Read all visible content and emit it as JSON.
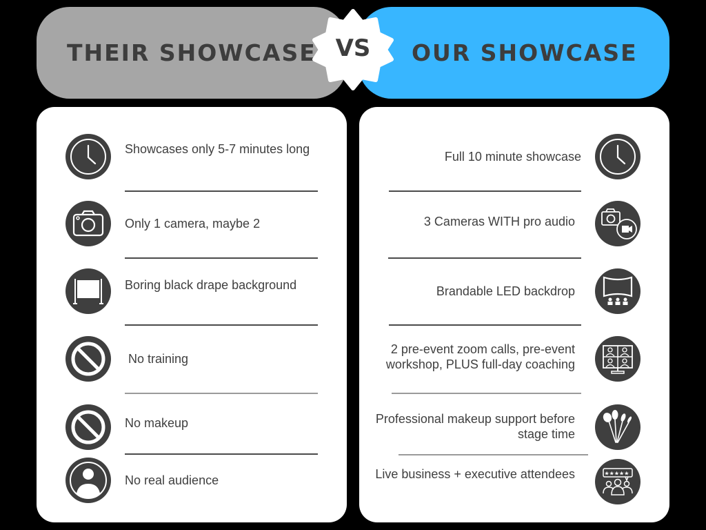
{
  "header": {
    "left_title": "THEIR SHOWCASE",
    "right_title": "OUR SHOWCASE",
    "vs_label": "VS"
  },
  "colors": {
    "background": "#000000",
    "left_header": "#a6a6a6",
    "right_header": "#38b6ff",
    "card": "#ffffff",
    "icon_circle": "#3f3f3f",
    "text": "#3f3f3f"
  },
  "their": {
    "items": [
      {
        "icon": "clock-icon",
        "text": "Showcases only 5-7 minutes long"
      },
      {
        "icon": "camera-icon",
        "text": "Only 1 camera, maybe 2"
      },
      {
        "icon": "drape-backdrop-icon",
        "text": "Boring black drape background"
      },
      {
        "icon": "no-entry-icon",
        "text": "No training"
      },
      {
        "icon": "no-entry-icon",
        "text": "No makeup"
      },
      {
        "icon": "person-icon",
        "text": "No real audience"
      }
    ]
  },
  "our": {
    "items": [
      {
        "icon": "clock-icon",
        "text": "Full 10 minute showcase"
      },
      {
        "icon": "camera-video-icon",
        "text": "3 Cameras WITH pro audio"
      },
      {
        "icon": "led-screen-audience-icon",
        "text": "Brandable LED backdrop"
      },
      {
        "icon": "video-call-grid-icon",
        "text": "2 pre-event zoom calls, pre-event workshop, PLUS full-day coaching"
      },
      {
        "icon": "makeup-brushes-icon",
        "text": "Professional makeup support before stage time"
      },
      {
        "icon": "audience-rating-icon",
        "text": "Live business + executive attendees"
      }
    ]
  }
}
